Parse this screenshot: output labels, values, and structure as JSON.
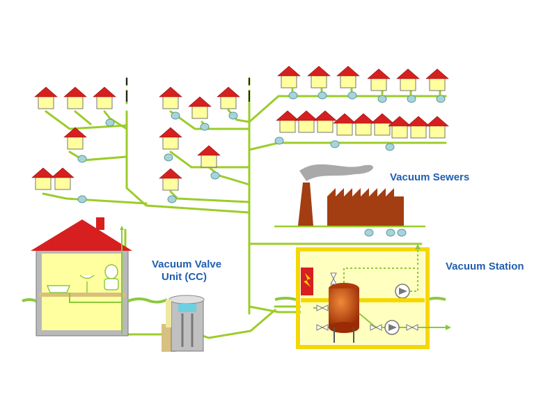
{
  "labels": {
    "vacuum_sewers": "Vacuum Sewers",
    "vacuum_valve_unit_line1": "Vacuum Valve",
    "vacuum_valve_unit_line2": "Unit (CC)",
    "vacuum_station": "Vacuum Station"
  },
  "colors": {
    "pipe": "#9ccc2a",
    "valve": "#a8d4d8",
    "roof": "#d71f1f",
    "house_wall": "#ffffa0",
    "factory": "#a33d12",
    "station_frame": "#f5d800",
    "tank": "#c8460c",
    "ground": "#8cc83c",
    "text": "#1f5fb0"
  },
  "icons": [
    "house-icon",
    "factory-icon",
    "tank-icon",
    "pump-icon",
    "valve-icon",
    "lightning-icon"
  ]
}
